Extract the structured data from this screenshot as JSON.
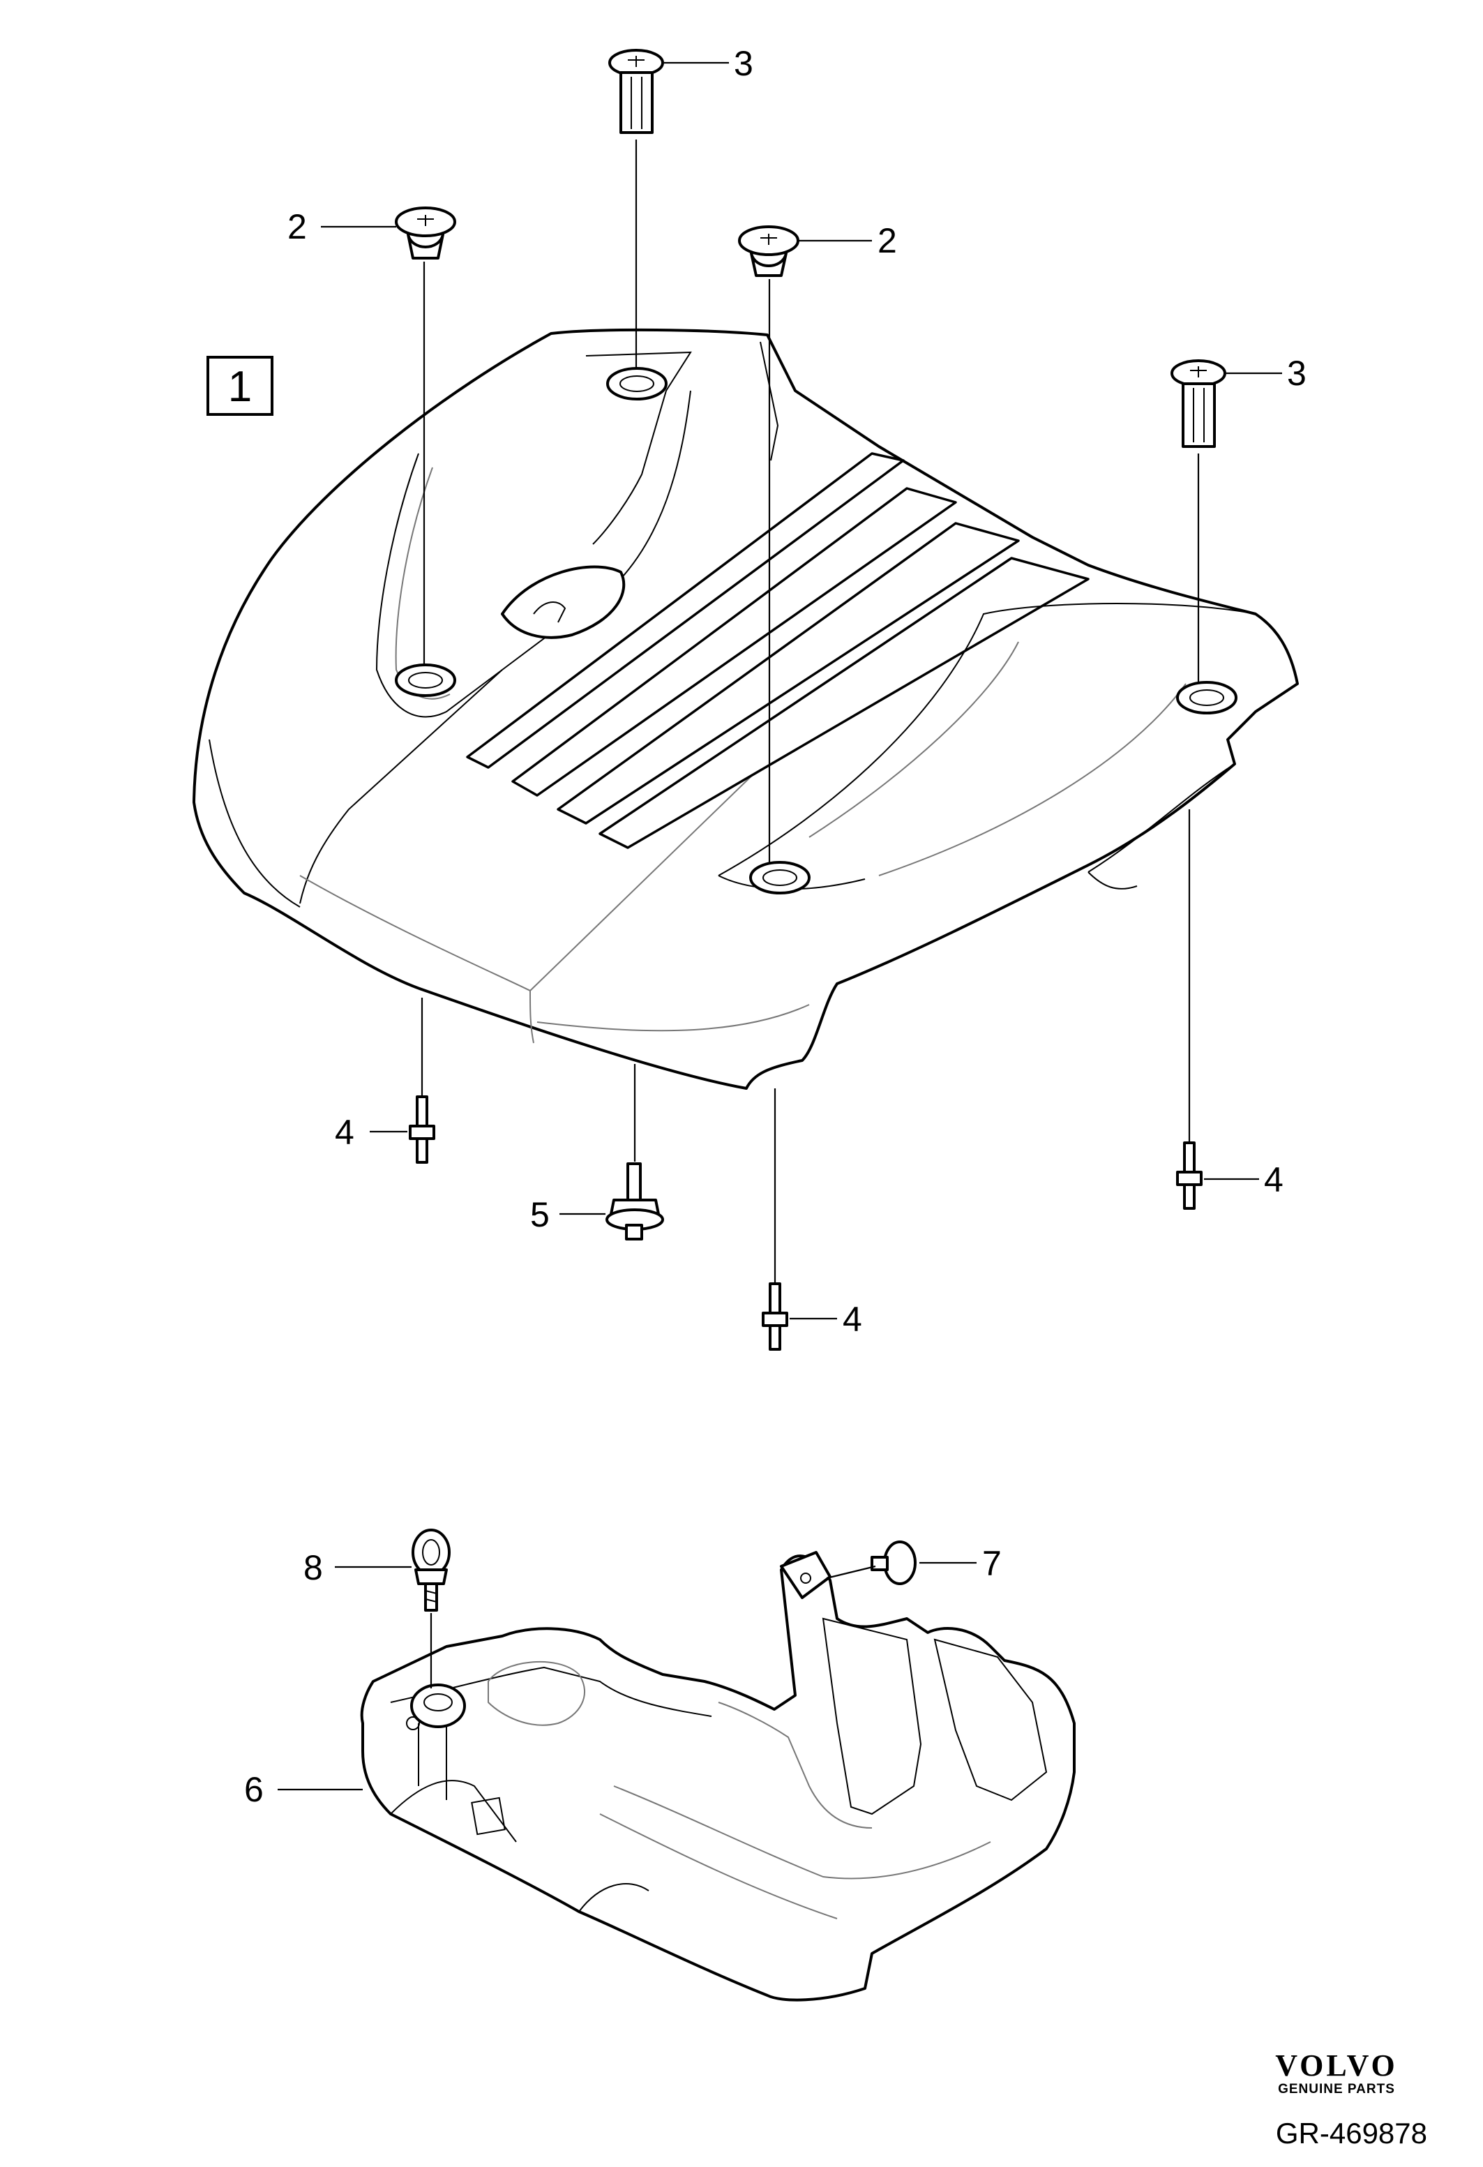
{
  "group_label": "1",
  "callouts": {
    "c1": "2",
    "c2": "3",
    "c3": "2",
    "c4": "3",
    "c5": "4",
    "c6": "5",
    "c7": "4",
    "c8": "4",
    "c9": "8",
    "c10": "7",
    "c11": "6"
  },
  "brand": {
    "logo": "VOLVO",
    "sub": "GENUINE PARTS"
  },
  "reference": "GR-469878"
}
